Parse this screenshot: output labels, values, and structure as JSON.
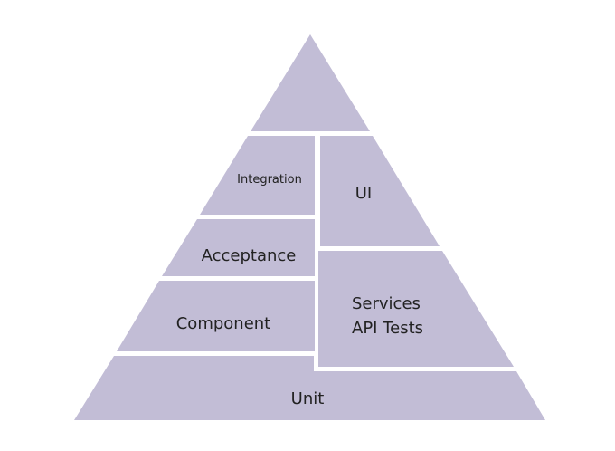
{
  "diagram": {
    "fill_color": "#c2bdd6",
    "layers": {
      "integration": "Integration",
      "ui": "UI",
      "acceptance": "Acceptance",
      "component": "Component",
      "services_line1": "Services",
      "services_line2": "API Tests",
      "unit": "Unit"
    }
  }
}
